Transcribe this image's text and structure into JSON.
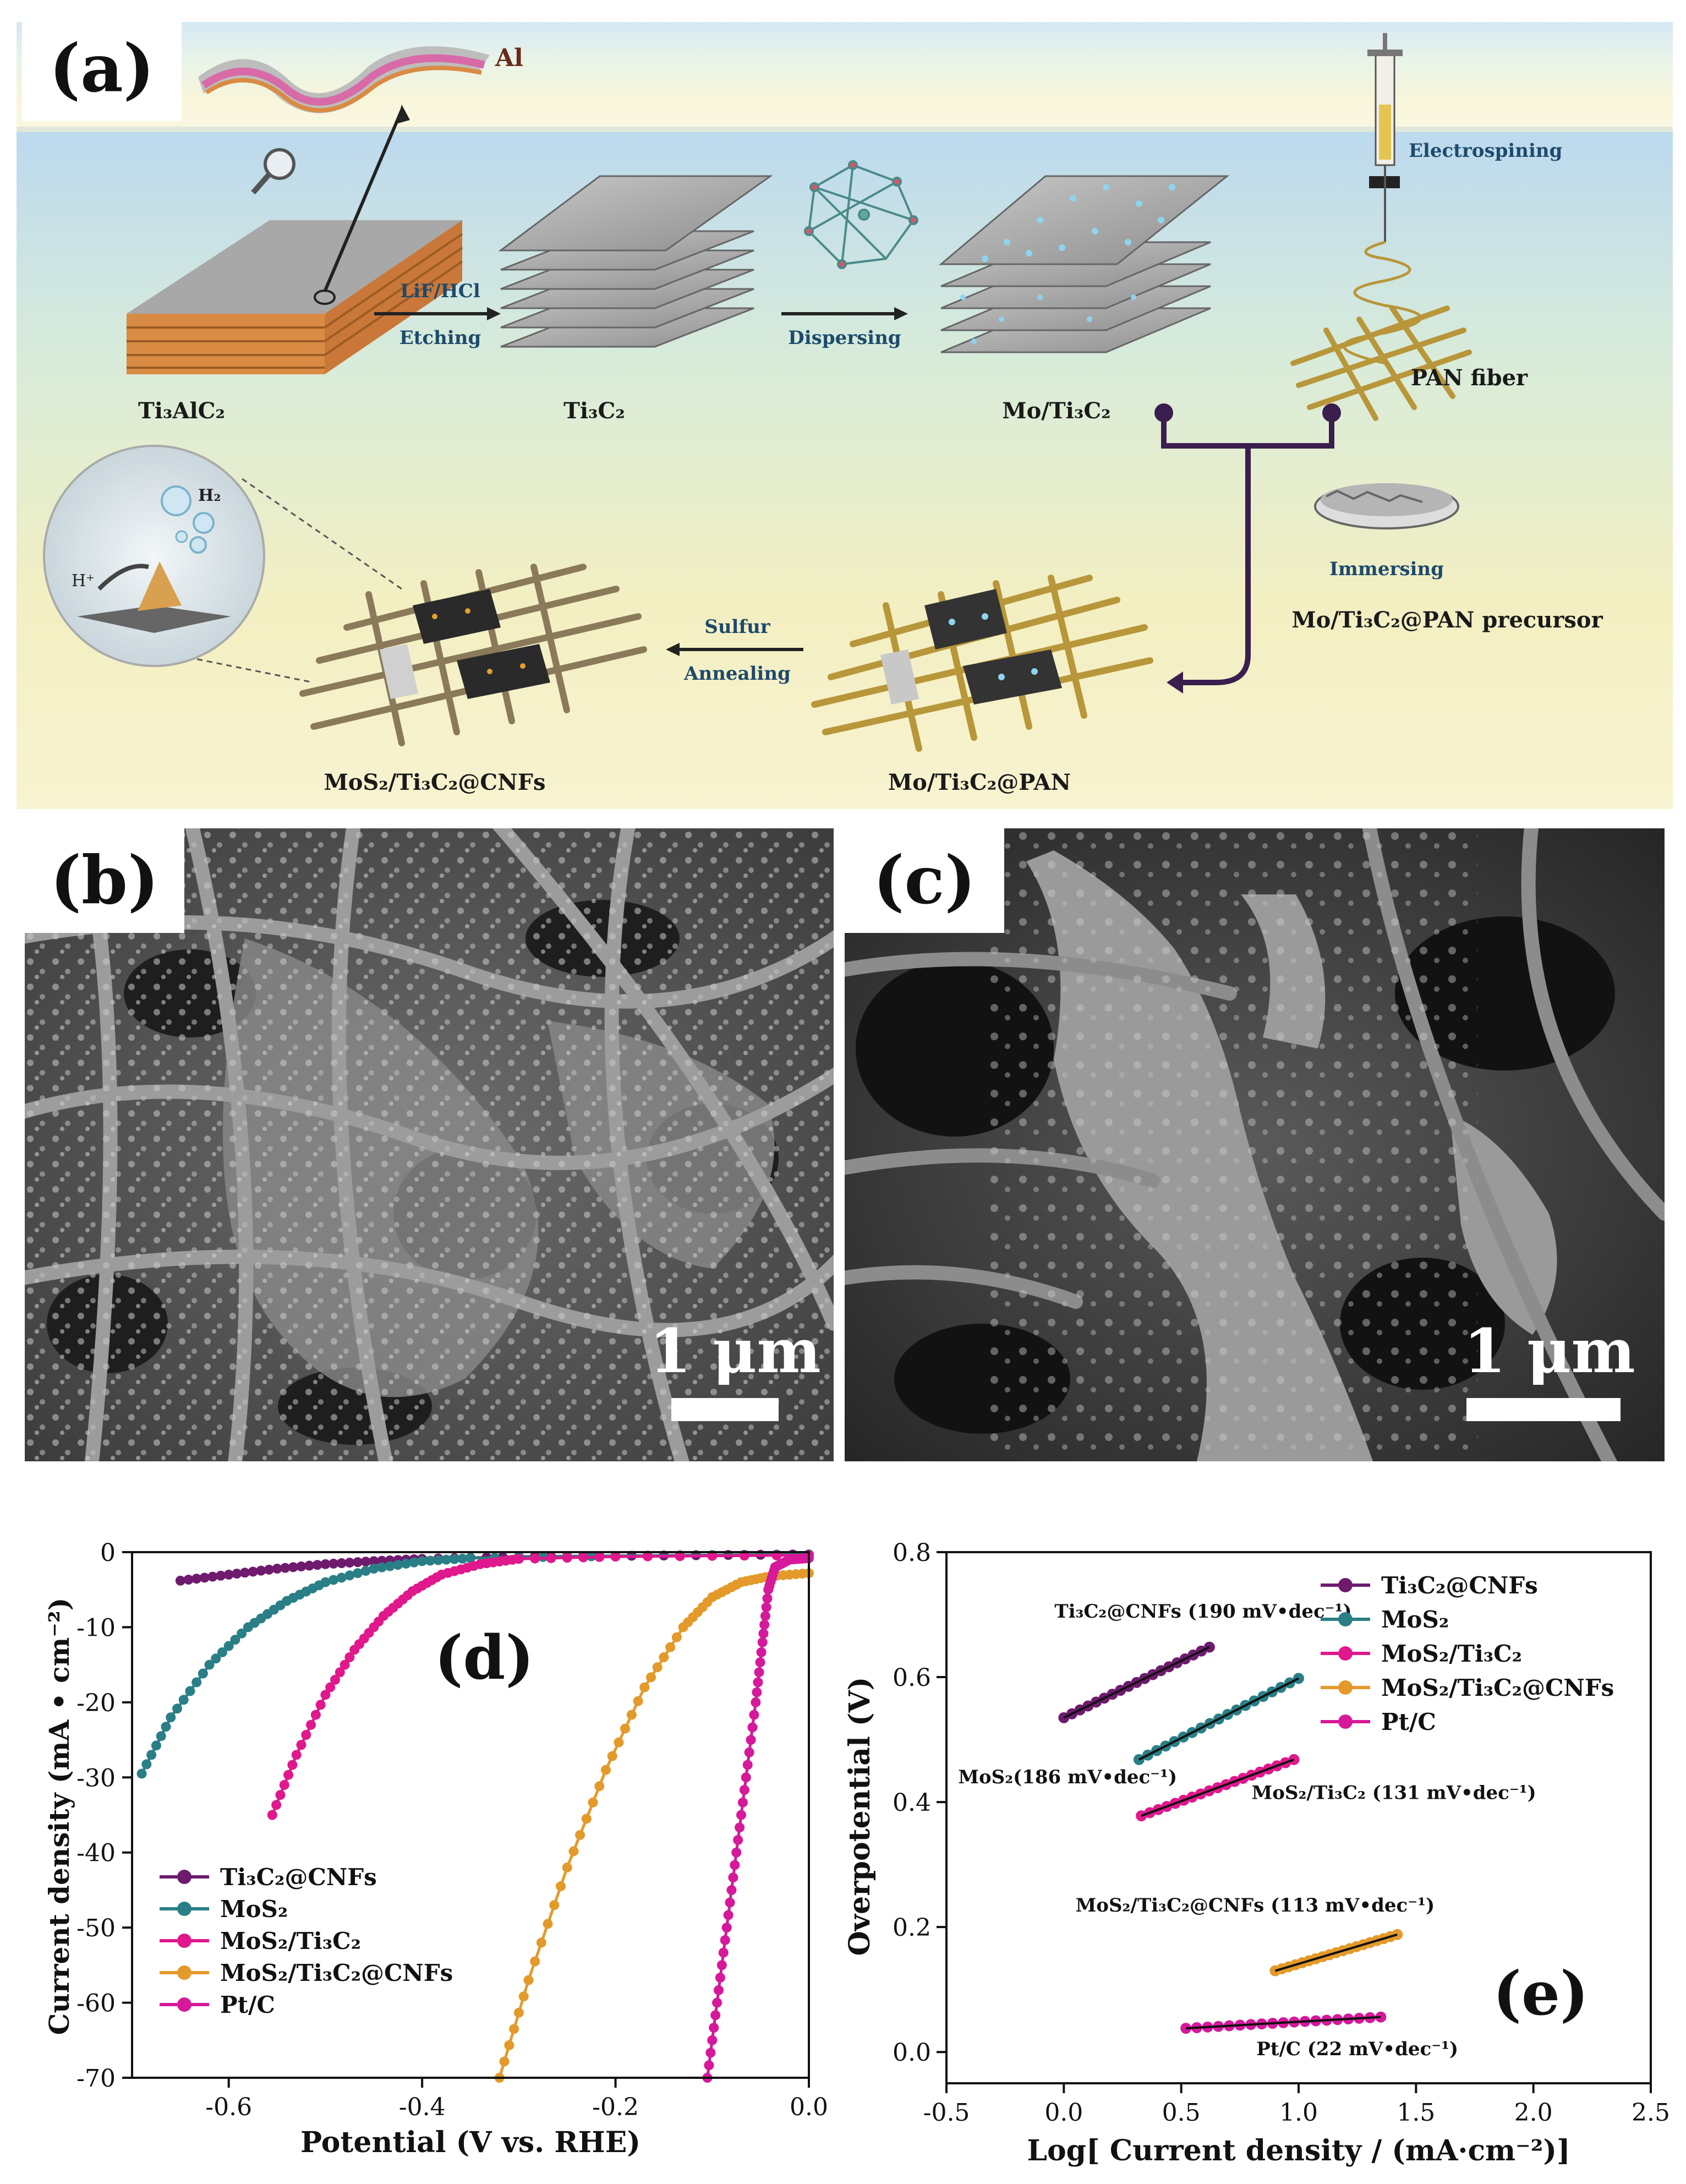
{
  "panels": {
    "a": "(a)",
    "b": "(b)",
    "c": "(c)",
    "d": "(d)",
    "e": "(e)"
  },
  "schematic": {
    "al_label": "Al",
    "step1": {
      "top": "LiF/HCl",
      "bottom": "Etching"
    },
    "step2": "Dispersing",
    "step3": "Electrospining",
    "step4": "Immersing",
    "step5": {
      "top": "Sulfur",
      "bottom": "Annealing"
    },
    "products": {
      "p1": "Ti₃AlC₂",
      "p2": "Ti₃C₂",
      "p3": "Mo/Ti₃C₂",
      "p4": "PAN fiber",
      "p5": "Mo/Ti₃C₂@PAN precursor",
      "p6": "Mo/Ti₃C₂@PAN",
      "p7": "MoS₂/Ti₃C₂@CNFs"
    },
    "bubble": {
      "h2": "H₂",
      "hplus": "H⁺"
    }
  },
  "sem": {
    "b_scale": "1 μm",
    "c_scale": "1 μm"
  },
  "colors": {
    "ti3c2_cnfs": "#6e1b6e",
    "mos2": "#2a7f86",
    "mos2_ti3c2": "#e0188c",
    "mos2_ti3c2_cnfs": "#e39a2a",
    "ptc": "#d6189a"
  },
  "chart_data": [
    {
      "type": "line",
      "id": "d",
      "xlabel": "Potential (V vs. RHE)",
      "ylabel": "Current density (mA • cm⁻²)",
      "xlim": [
        -0.7,
        0.0
      ],
      "ylim": [
        -70,
        0
      ],
      "xticks": [
        "-0.6",
        "-0.4",
        "-0.2",
        "0.0"
      ],
      "yticks": [
        "0",
        "-10",
        "-20",
        "-30",
        "-40",
        "-50",
        "-60",
        "-70"
      ],
      "legend": [
        "Ti₃C₂@CNFs",
        "MoS₂",
        "MoS₂/Ti₃C₂",
        "MoS₂/Ti₃C₂@CNFs",
        "Pt/C"
      ],
      "legend_position": "bottom-left",
      "series": [
        {
          "name": "Ti₃C₂@CNFs",
          "points": [
            [
              -0.65,
              -3.8
            ],
            [
              -0.6,
              -3.0
            ],
            [
              -0.55,
              -2.2
            ],
            [
              -0.5,
              -1.6
            ],
            [
              -0.45,
              -1.2
            ],
            [
              -0.4,
              -0.9
            ],
            [
              -0.3,
              -0.6
            ],
            [
              -0.2,
              -0.5
            ],
            [
              -0.1,
              -0.4
            ],
            [
              0.0,
              -0.3
            ]
          ]
        },
        {
          "name": "MoS₂",
          "points": [
            [
              -0.69,
              -29.5
            ],
            [
              -0.66,
              -22
            ],
            [
              -0.62,
              -15
            ],
            [
              -0.58,
              -10
            ],
            [
              -0.54,
              -6.5
            ],
            [
              -0.5,
              -4
            ],
            [
              -0.45,
              -2.2
            ],
            [
              -0.4,
              -1.2
            ],
            [
              -0.35,
              -0.8
            ],
            [
              -0.2,
              -0.5
            ],
            [
              0.0,
              -0.3
            ]
          ]
        },
        {
          "name": "MoS₂/Ti₃C₂",
          "points": [
            [
              -0.555,
              -35
            ],
            [
              -0.53,
              -27
            ],
            [
              -0.5,
              -19
            ],
            [
              -0.47,
              -13
            ],
            [
              -0.44,
              -8.5
            ],
            [
              -0.41,
              -5.2
            ],
            [
              -0.38,
              -3.0
            ],
            [
              -0.34,
              -1.6
            ],
            [
              -0.3,
              -0.9
            ],
            [
              -0.2,
              -0.6
            ],
            [
              0.0,
              -0.4
            ]
          ]
        },
        {
          "name": "MoS₂/Ti₃C₂@CNFs",
          "points": [
            [
              -0.32,
              -70
            ],
            [
              -0.29,
              -57
            ],
            [
              -0.25,
              -42
            ],
            [
              -0.21,
              -29
            ],
            [
              -0.17,
              -18
            ],
            [
              -0.13,
              -10
            ],
            [
              -0.1,
              -6
            ],
            [
              -0.07,
              -4
            ],
            [
              -0.04,
              -3.2
            ],
            [
              0.0,
              -2.8
            ]
          ]
        },
        {
          "name": "Pt/C",
          "points": [
            [
              -0.105,
              -70
            ],
            [
              -0.095,
              -60
            ],
            [
              -0.085,
              -50
            ],
            [
              -0.075,
              -40
            ],
            [
              -0.065,
              -30
            ],
            [
              -0.055,
              -20
            ],
            [
              -0.048,
              -12
            ],
            [
              -0.042,
              -5
            ],
            [
              -0.035,
              -2
            ],
            [
              -0.02,
              -1
            ],
            [
              0.0,
              -0.8
            ]
          ]
        }
      ]
    },
    {
      "type": "scatter",
      "id": "e",
      "xlabel": "Log[ Current density / (mA·cm⁻²)]",
      "ylabel": "Overpotential (V)",
      "xlim": [
        -0.5,
        2.5
      ],
      "ylim": [
        -0.05,
        0.8
      ],
      "xticks": [
        "-0.5",
        "0.0",
        "0.5",
        "1.0",
        "1.5",
        "2.0",
        "2.5"
      ],
      "yticks": [
        "0.0",
        "0.2",
        "0.4",
        "0.6",
        "0.8"
      ],
      "legend": [
        "Ti₃C₂@CNFs",
        "MoS₂",
        "MoS₂/Ti₃C₂",
        "MoS₂/Ti₃C₂@CNFs",
        "Pt/C"
      ],
      "legend_position": "top-right",
      "series": [
        {
          "name": "Ti₃C₂@CNFs",
          "x": [
            0.0,
            0.62
          ],
          "y": [
            0.535,
            0.648
          ],
          "annotation": "Ti₃C₂@CNFs (190 mV•dec⁻¹)"
        },
        {
          "name": "MoS₂",
          "x": [
            0.32,
            1.0
          ],
          "y": [
            0.468,
            0.598
          ],
          "annotation": "MoS₂(186 mV•dec⁻¹)"
        },
        {
          "name": "MoS₂/Ti₃C₂",
          "x": [
            0.33,
            0.98
          ],
          "y": [
            0.378,
            0.468
          ],
          "annotation": "MoS₂/Ti₃C₂  (131 mV•dec⁻¹)"
        },
        {
          "name": "MoS₂/Ti₃C₂@CNFs",
          "x": [
            0.9,
            1.42
          ],
          "y": [
            0.13,
            0.188
          ],
          "annotation": "MoS₂/Ti₃C₂@CNFs  (113 mV•dec⁻¹)"
        },
        {
          "name": "Pt/C",
          "x": [
            0.52,
            1.35
          ],
          "y": [
            0.038,
            0.056
          ],
          "annotation": "Pt/C  (22 mV•dec⁻¹)"
        }
      ]
    }
  ]
}
